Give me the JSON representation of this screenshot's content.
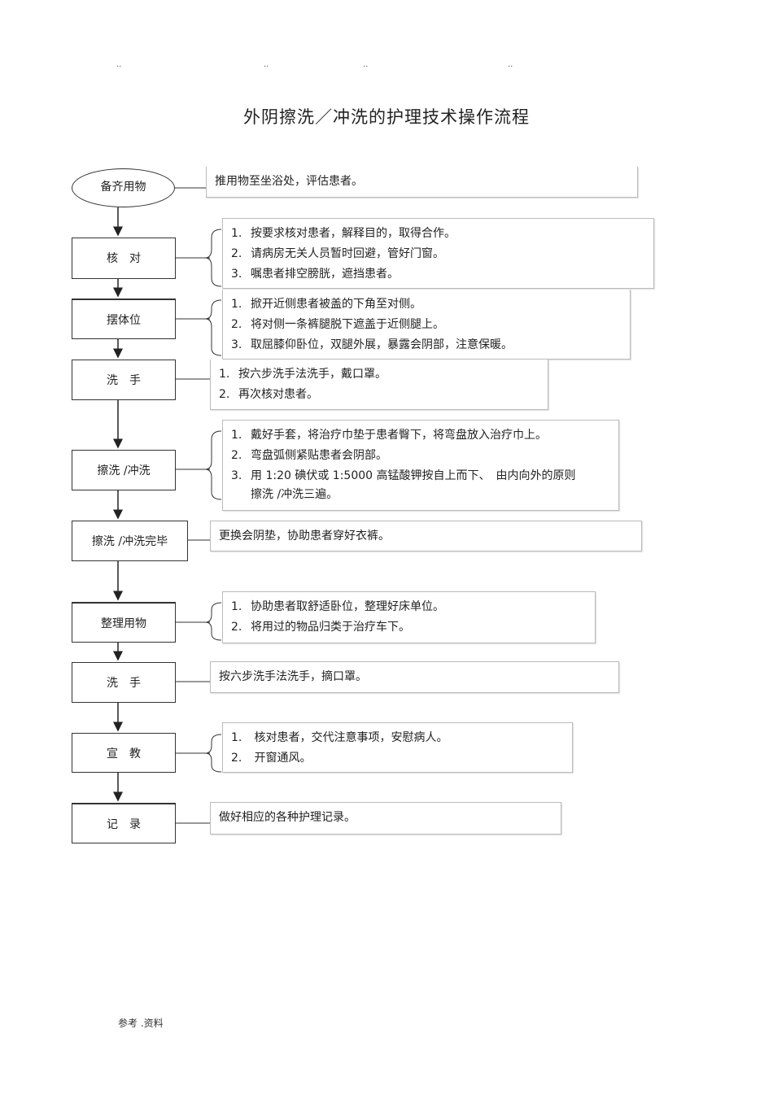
{
  "header_dots": [
    "..",
    "..",
    "..",
    ".."
  ],
  "title": "外阴擦洗／冲洗的护理技术操作流程",
  "steps": [
    {
      "label": "备齐用物",
      "notes": [
        "推用物至坐浴处，评估患者。"
      ]
    },
    {
      "label": "核　对",
      "notes": [
        "按要求核对患者，解释目的，取得合作。",
        "请病房无关人员暂时回避，管好门窗。",
        "嘱患者排空膀胱，遮挡患者。"
      ]
    },
    {
      "label": "摆体位",
      "notes": [
        "掀开近侧患者被盖的下角至对侧。",
        "将对侧一条裤腿脱下遮盖于近侧腿上。",
        "取屈膝仰卧位，双腿外展，暴露会阴部，注意保暖。"
      ]
    },
    {
      "label": "洗　手",
      "notes": [
        "按六步洗手法洗手，戴口罩。",
        "再次核对患者。"
      ]
    },
    {
      "label": "擦洗 /冲洗",
      "notes": [
        "戴好手套，将治疗巾垫于患者臀下，将弯盘放入治疗巾上。",
        "弯盘弧侧紧贴患者会阴部。",
        "用 1:20 碘伏或 1:5000 高锰酸钾按自上而下、　由内向外的原则"
      ],
      "note3_cont": "擦洗 /冲洗三遍。"
    },
    {
      "label": "擦洗 /冲洗完毕",
      "notes": [
        "更换会阴垫，协助患者穿好衣裤。"
      ]
    },
    {
      "label": "整理用物",
      "notes": [
        "协助患者取舒适卧位，整理好床单位。",
        "将用过的物品归类于治疗车下。"
      ]
    },
    {
      "label": "洗　手",
      "notes": [
        "按六步洗手法洗手，摘口罩。"
      ]
    },
    {
      "label": "宣　教",
      "notes": [
        " 核对患者，交代注意事项，安慰病人。",
        " 开窗通风。"
      ]
    },
    {
      "label": "记　录",
      "notes": [
        "做好相应的各种护理记录。"
      ]
    }
  ],
  "numbers": [
    "1.",
    "2.",
    "3."
  ],
  "footer": "参考 .资料"
}
